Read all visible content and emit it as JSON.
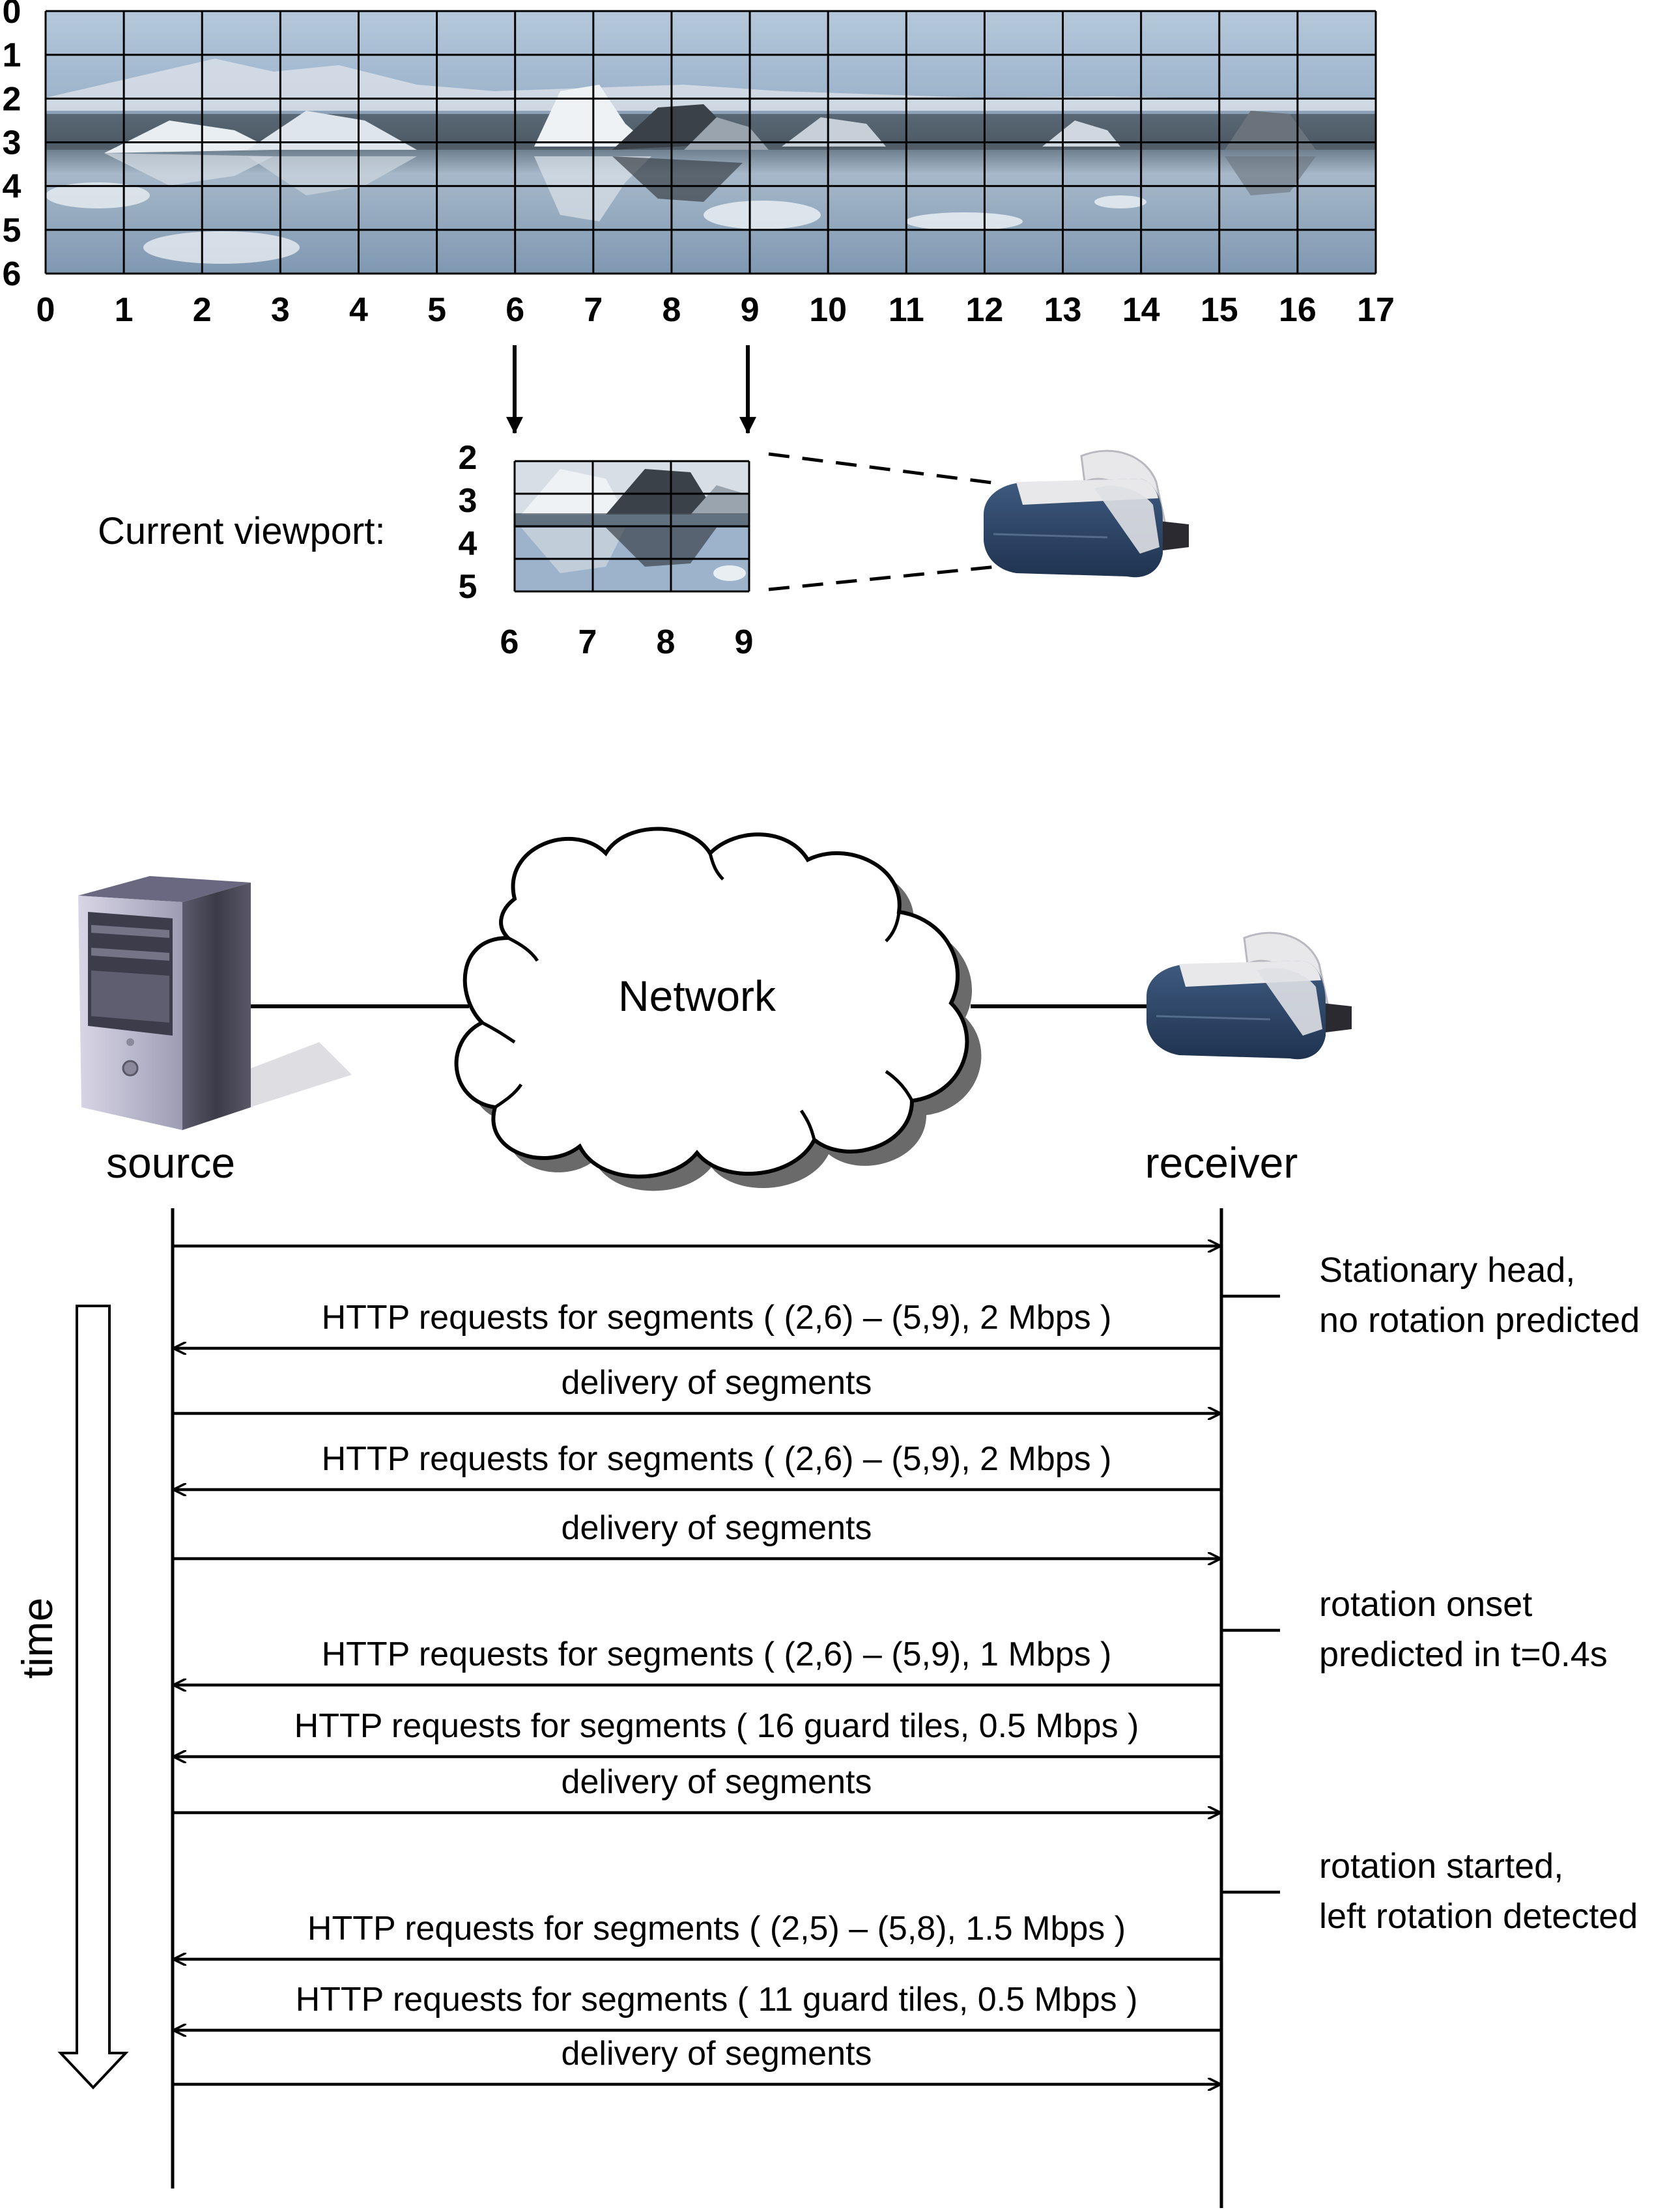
{
  "panorama": {
    "row_labels": [
      "0",
      "1",
      "2",
      "3",
      "4",
      "5",
      "6"
    ],
    "col_labels": [
      "0",
      "1",
      "2",
      "3",
      "4",
      "5",
      "6",
      "7",
      "8",
      "9",
      "10",
      "11",
      "12",
      "13",
      "14",
      "15",
      "16",
      "17"
    ]
  },
  "viewport": {
    "label": "Current viewport:",
    "row_labels": [
      "2",
      "3",
      "4",
      "5"
    ],
    "col_labels": [
      "6",
      "7",
      "8",
      "9"
    ]
  },
  "network": {
    "cloud_label": "Network",
    "source_label": "source",
    "receiver_label": "receiver"
  },
  "timeline": {
    "time_label": "time",
    "messages": [
      {
        "text": "",
        "direction": "right"
      },
      {
        "text": "HTTP requests for segments ( (2,6) – (5,9), 2 Mbps )",
        "direction": "left"
      },
      {
        "text": "delivery of segments",
        "direction": "right"
      },
      {
        "text": "HTTP requests for segments ( (2,6) – (5,9), 2 Mbps )",
        "direction": "left"
      },
      {
        "text": "delivery of segments",
        "direction": "right"
      },
      {
        "text": "HTTP requests for segments ( (2,6) – (5,9), 1 Mbps )",
        "direction": "left"
      },
      {
        "text": "HTTP requests for segments ( 16 guard tiles, 0.5 Mbps )",
        "direction": "left"
      },
      {
        "text": "delivery of segments",
        "direction": "right"
      },
      {
        "text": "HTTP requests for segments ( (2,5) – (5,8), 1.5 Mbps )",
        "direction": "left"
      },
      {
        "text": "HTTP requests for segments ( 11 guard tiles, 0.5 Mbps )",
        "direction": "left"
      },
      {
        "text": "delivery of segments",
        "direction": "right"
      }
    ],
    "annotations": [
      {
        "line1": "Stationary head,",
        "line2": "no rotation predicted"
      },
      {
        "line1": "rotation onset",
        "line2": "predicted in t=0.4s"
      },
      {
        "line1": "rotation started,",
        "line2": "left rotation detected"
      }
    ]
  },
  "colors": {
    "sky": "#9fb6cf",
    "water": "#8aa6bf",
    "ice": "#e9eef3",
    "headset_body": "#2d4566",
    "headset_shell": "#e8e8ea"
  }
}
